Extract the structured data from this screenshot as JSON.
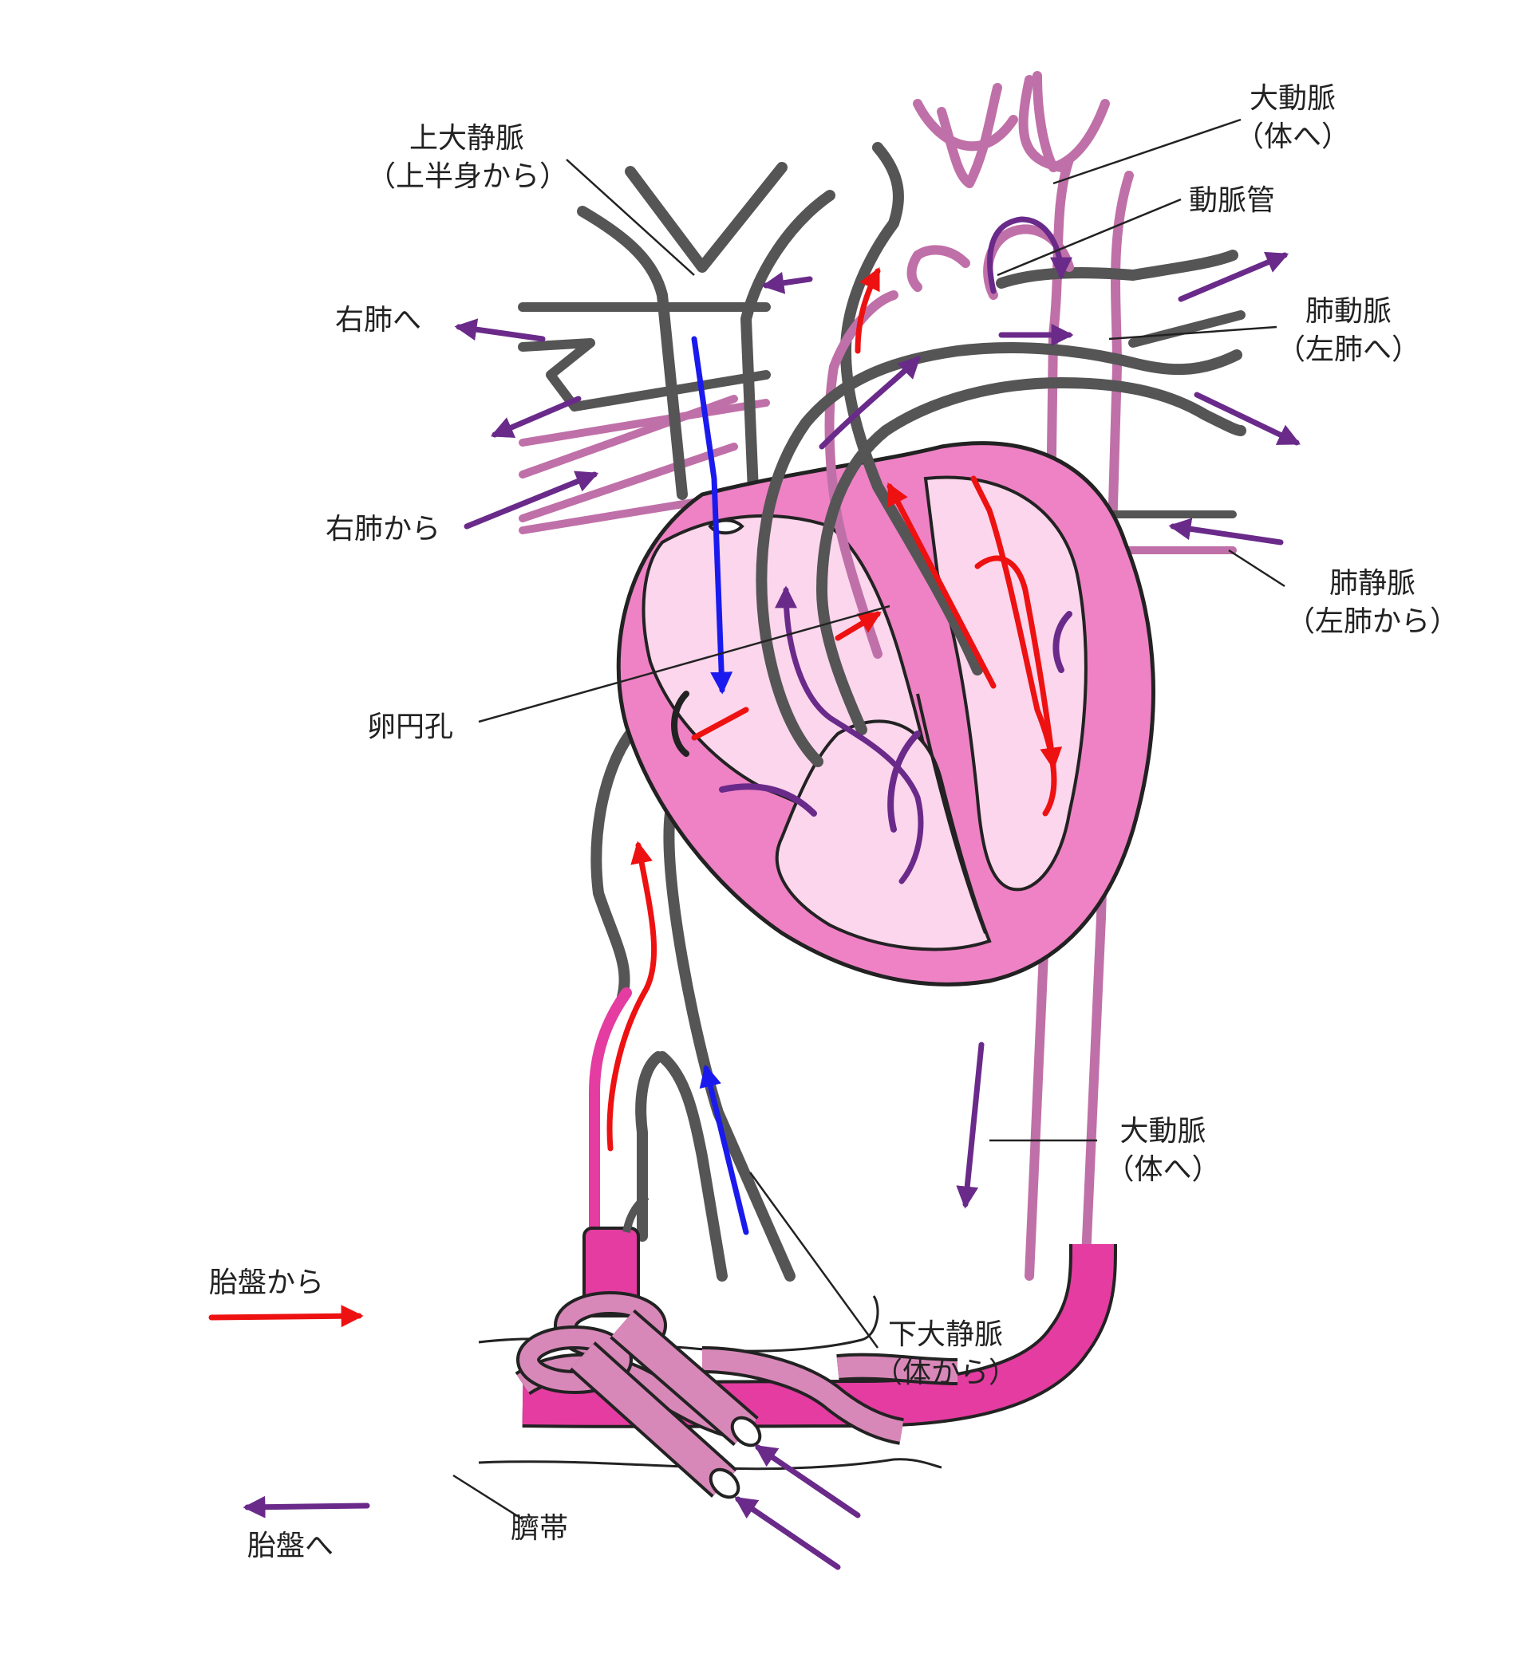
{
  "labels": {
    "svc": [
      "上大静脈",
      "（上半身から）"
    ],
    "aorta_top": [
      "大動脈",
      "（体へ）"
    ],
    "ductus": [
      "動脈管"
    ],
    "pulm_artery": [
      "肺動脈",
      "（左肺へ）"
    ],
    "to_right_lung": [
      "右肺へ"
    ],
    "from_right_lung": [
      "右肺から"
    ],
    "pulm_vein": [
      "肺静脈",
      "（左肺から）"
    ],
    "foramen": [
      "卵円孔"
    ],
    "aorta_lower": [
      "大動脈",
      "（体へ）"
    ],
    "ivc": [
      "下大静脈",
      "（体から）"
    ],
    "from_placenta": [
      "胎盤から"
    ],
    "to_placenta": [
      "胎盤へ"
    ],
    "umbilical": [
      "臍帯"
    ]
  },
  "colors": {
    "oxygenated": "#ee1111",
    "deoxygenated": "#1a1aee",
    "mixed": "#6a2a8a",
    "heart_wall": "#ee82c4",
    "heart_chamber": "#fbd6ec",
    "vessel_gray": "#5a5a5a",
    "vessel_pink": "#c070a8",
    "cord_vein": "#e43ca0",
    "cord_artery": "#d888b8"
  }
}
